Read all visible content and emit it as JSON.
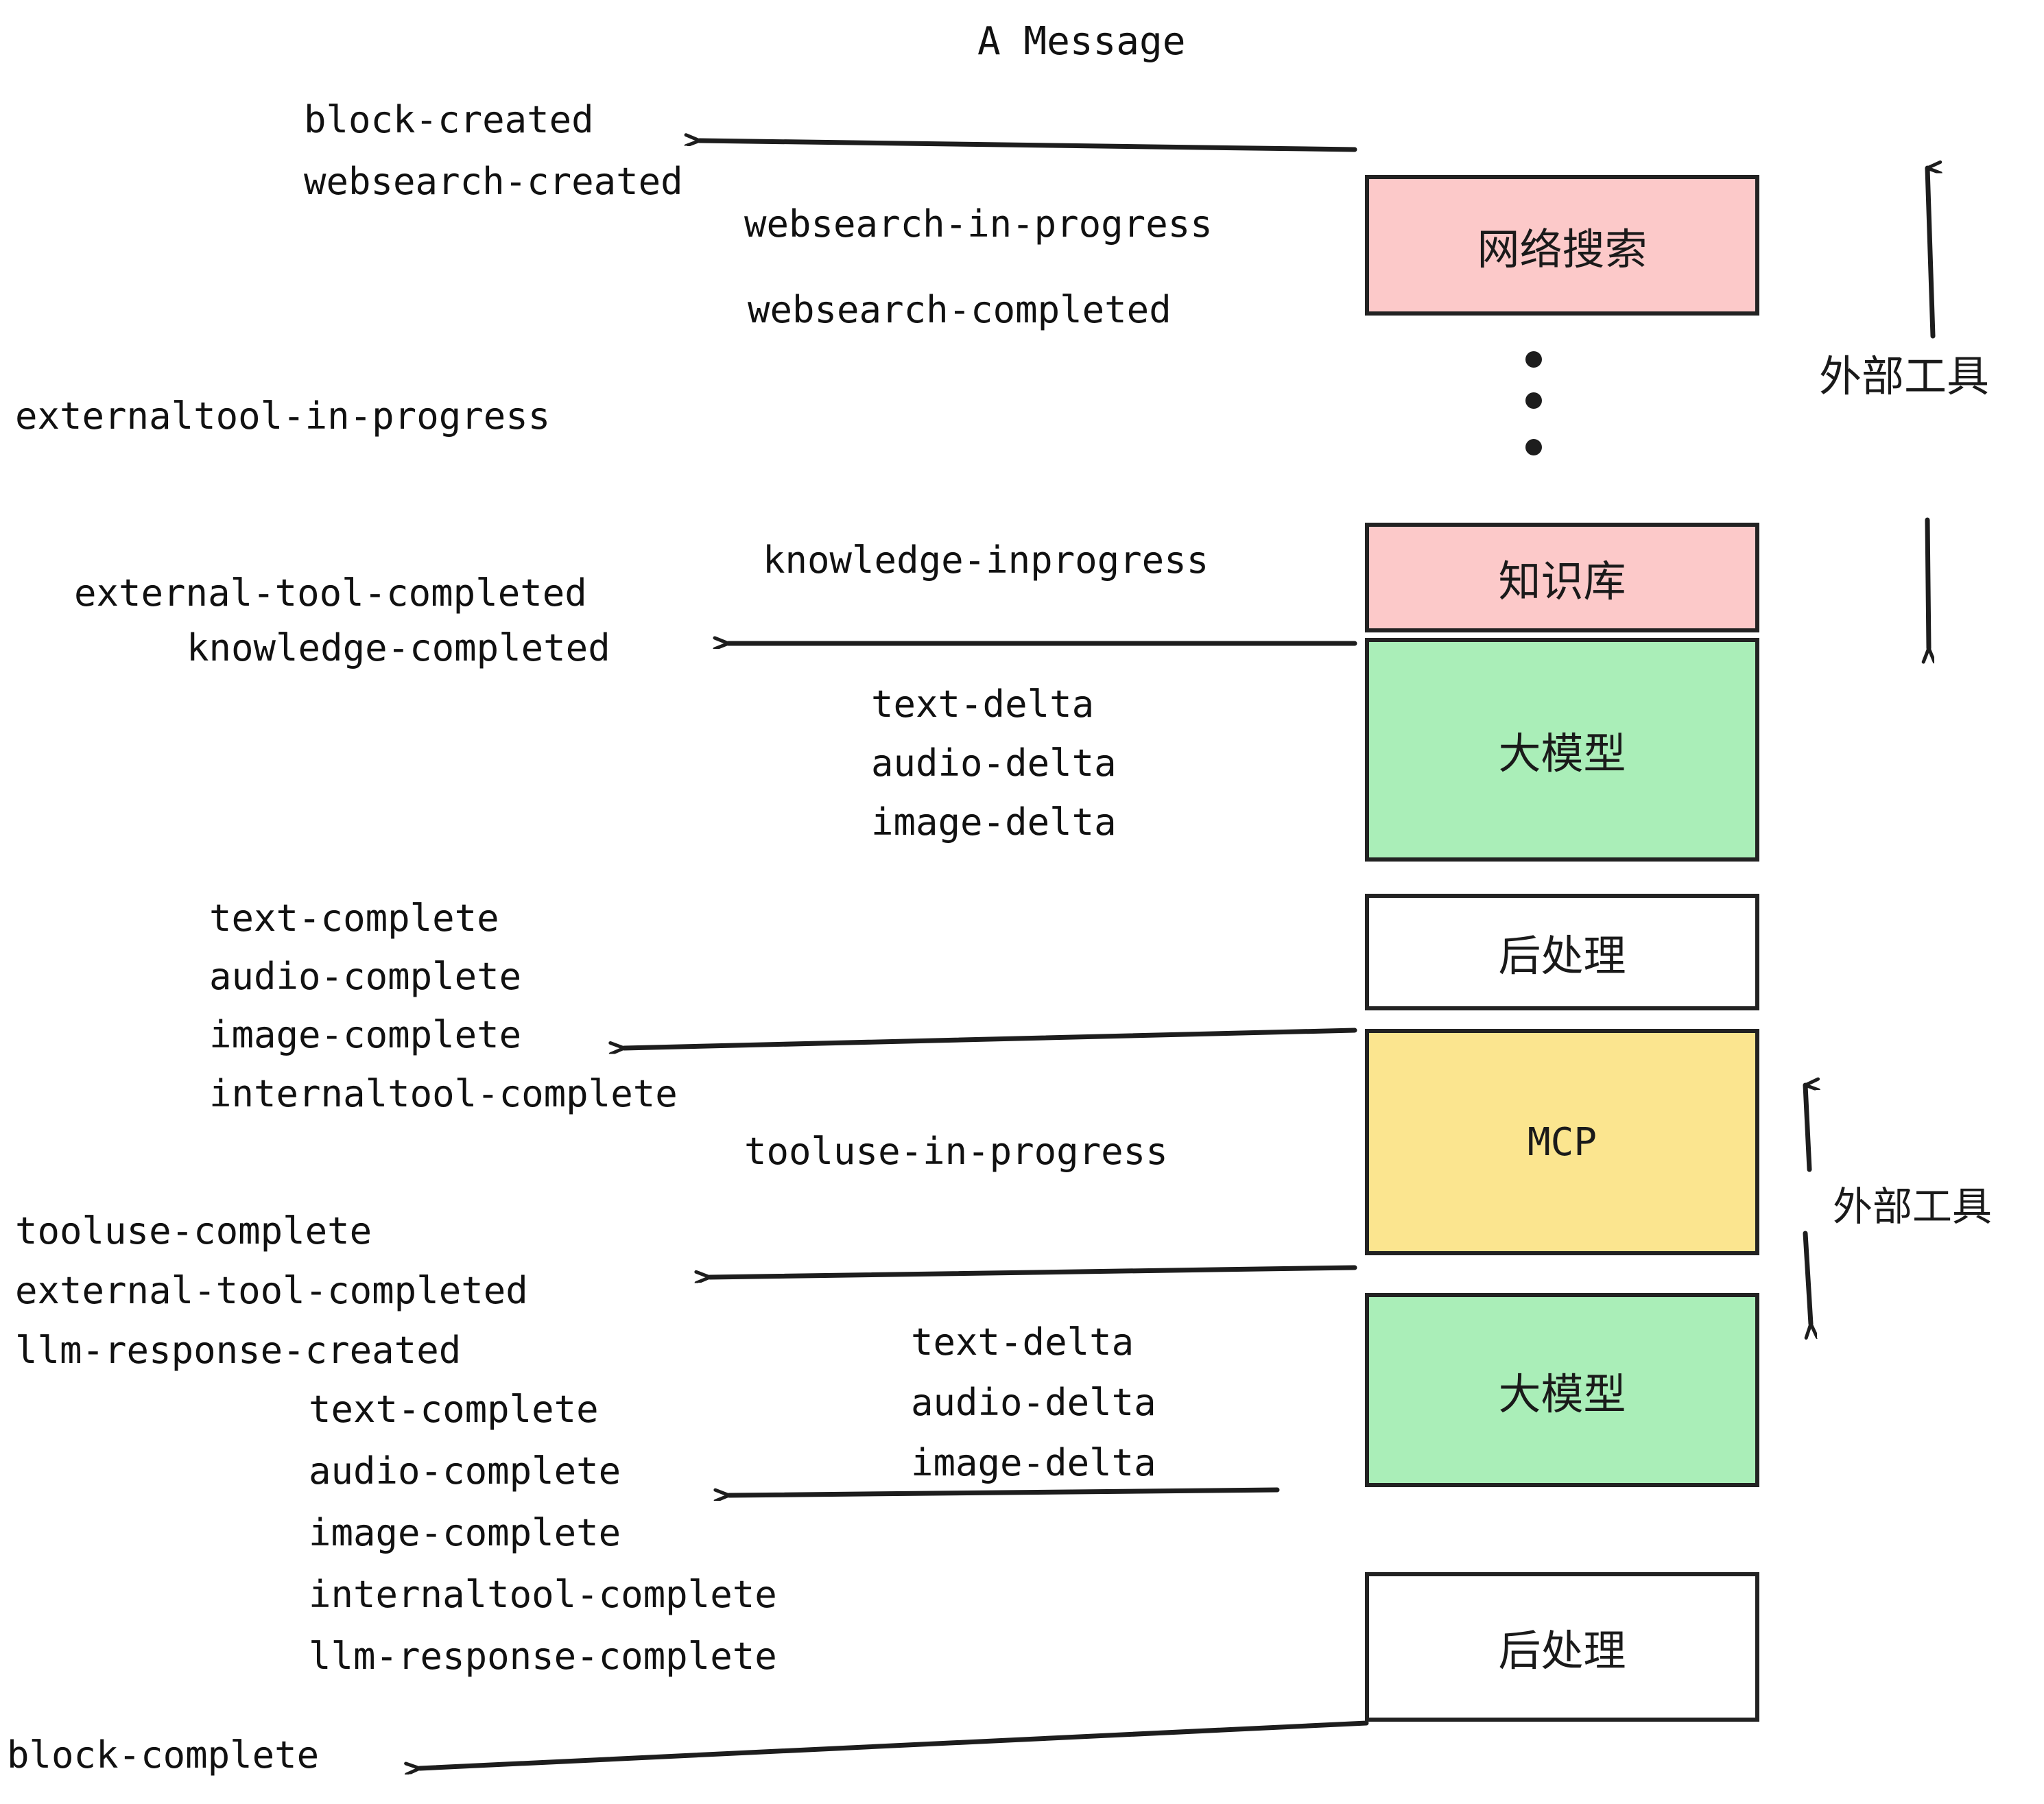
{
  "diagram": {
    "title": "A Message",
    "colors": {
      "pink": "#FCC9C9",
      "green": "#AAEEB8",
      "yellow": "#FBE58F",
      "white": "#FFFFFF",
      "stroke": "#222222",
      "text": "#111111"
    },
    "boxes": [
      {
        "label": "网络搜索",
        "fill": "#FCC9C9"
      },
      {
        "label": "知识库",
        "fill": "#FCC9C9"
      },
      {
        "label": "大模型",
        "fill": "#AAEEB8"
      },
      {
        "label": "后处理",
        "fill": "#FFFFFF"
      },
      {
        "label": "MCP",
        "fill": "#FBE58F"
      },
      {
        "label": "大模型",
        "fill": "#AAEEB8"
      },
      {
        "label": "后处理",
        "fill": "#FFFFFF"
      }
    ],
    "side_annotations": [
      {
        "label": "外部工具"
      },
      {
        "label": "外部工具"
      }
    ],
    "events": [
      "block-created",
      "websearch-created",
      "websearch-in-progress",
      "websearch-completed",
      "externaltool-in-progress",
      "knowledge-inprogress",
      "external-tool-completed",
      "knowledge-completed",
      "text-delta",
      "audio-delta",
      "image-delta",
      "text-complete",
      "audio-complete",
      "image-complete",
      "internaltool-complete",
      "tooluse-in-progress",
      "tooluse-complete",
      "external-tool-completed",
      "llm-response-created",
      "text-complete",
      "audio-complete",
      "image-complete",
      "internaltool-complete",
      "llm-response-complete",
      "block-complete",
      "text-delta",
      "audio-delta",
      "image-delta"
    ],
    "labels": {
      "block_created": "block-created",
      "websearch_created": "websearch-created",
      "websearch_in_progress": "websearch-in-progress",
      "websearch_completed": "websearch-completed",
      "externaltool_in_progress": "externaltool-in-progress",
      "knowledge_inprogress": "knowledge-inprogress",
      "external_tool_completed_1": "external-tool-completed",
      "knowledge_completed": "knowledge-completed",
      "text_delta_1": "text-delta",
      "audio_delta_1": "audio-delta",
      "image_delta_1": "image-delta",
      "text_complete_1": "text-complete",
      "audio_complete_1": "audio-complete",
      "image_complete_1": "image-complete",
      "internaltool_complete_1": "internaltool-complete",
      "tooluse_in_progress": "tooluse-in-progress",
      "tooluse_complete": "tooluse-complete",
      "external_tool_completed_2": "external-tool-completed",
      "llm_response_created": "llm-response-created",
      "text_delta_2": "text-delta",
      "audio_delta_2": "audio-delta",
      "image_delta_2": "image-delta",
      "text_complete_2": "text-complete",
      "audio_complete_2": "audio-complete",
      "image_complete_2": "image-complete",
      "internaltool_complete_2": "internaltool-complete",
      "llm_response_complete": "llm-response-complete",
      "block_complete": "block-complete"
    },
    "box_labels": {
      "websearch": "网络搜索",
      "knowledge": "知识库",
      "llm_1": "大模型",
      "post_1": "后处理",
      "mcp": "MCP",
      "llm_2": "大模型",
      "post_2": "后处理"
    },
    "external_tool_top": "外部工具",
    "external_tool_bottom": "外部工具"
  }
}
